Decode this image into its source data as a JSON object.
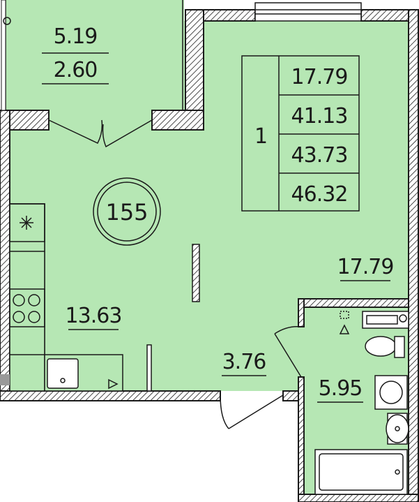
{
  "plan": {
    "unit_number": "155",
    "rooms_count": "1",
    "summary_areas": [
      "17.79",
      "41.13",
      "43.73",
      "46.32"
    ],
    "balcony": {
      "area": "5.19",
      "area_reduced": "2.60"
    },
    "kitchen_area": "13.63",
    "living_area": "17.79",
    "hall_area": "3.76",
    "bathroom_area": "5.95",
    "colors": {
      "floor": "#b6e7b4",
      "wall": "#1a1a1a",
      "fixture": "#ffffff"
    }
  }
}
